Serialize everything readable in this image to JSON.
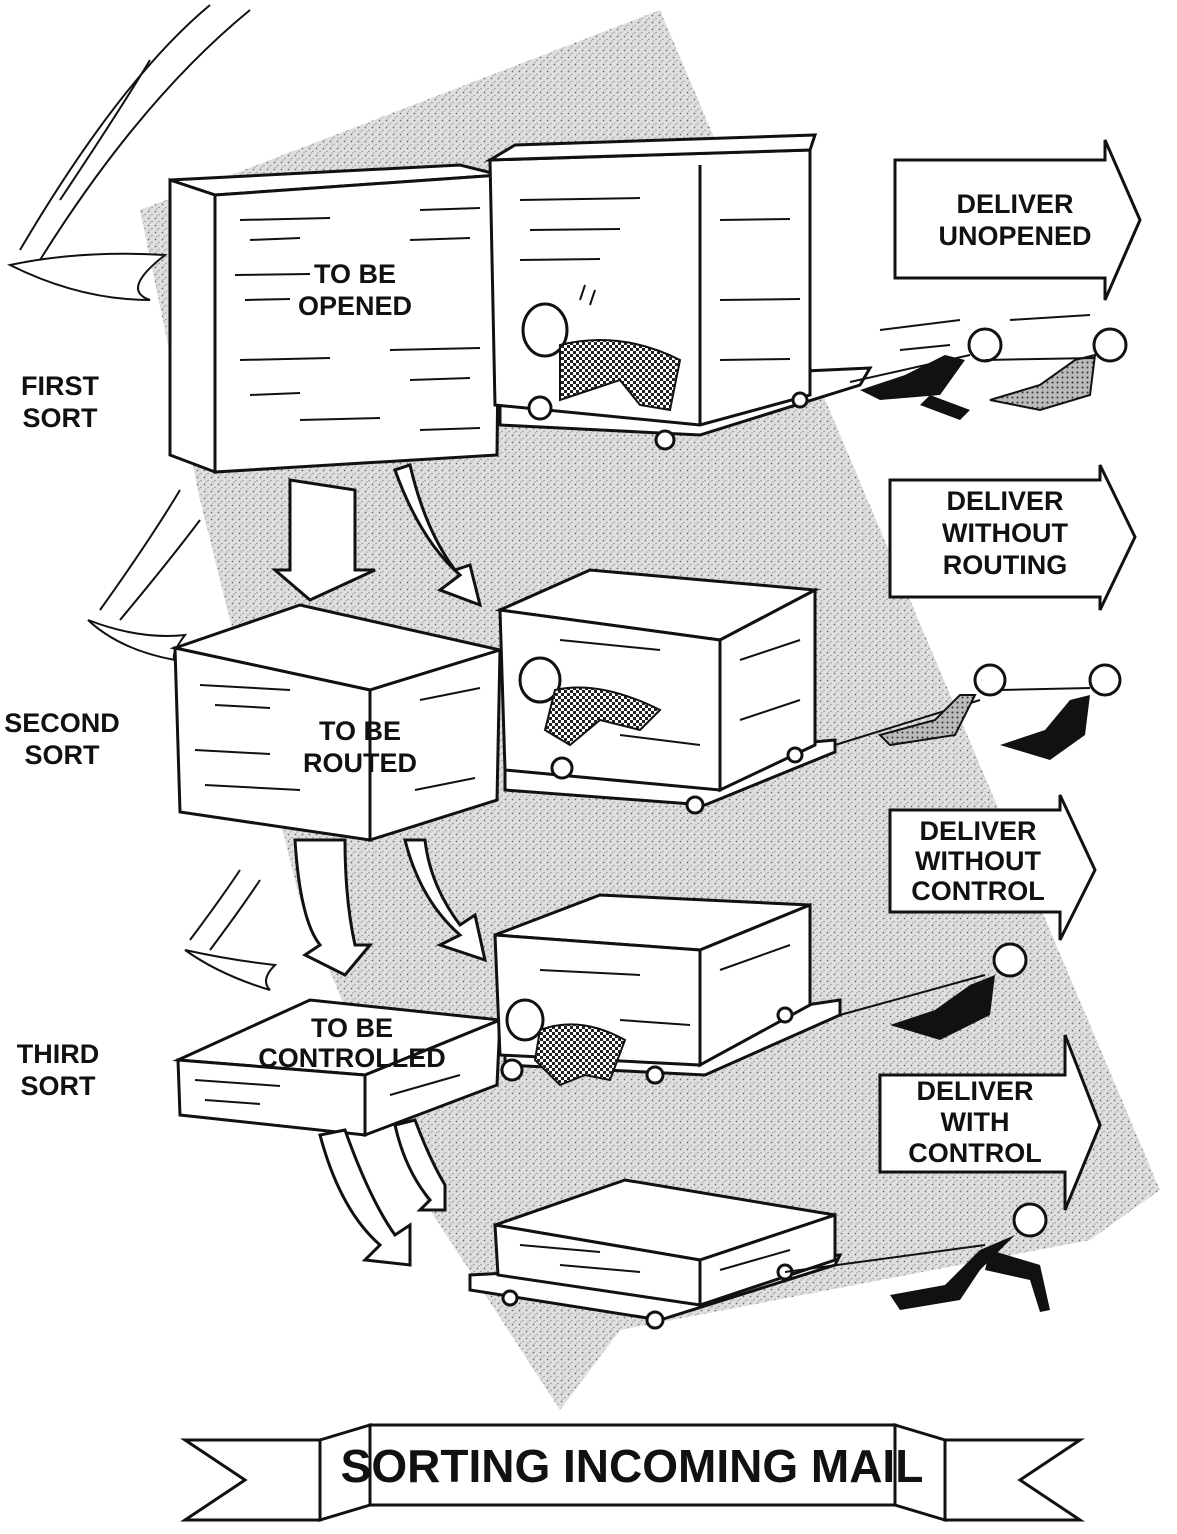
{
  "banner": {
    "title": "SORTING INCOMING MAIL"
  },
  "sorts": [
    {
      "line1": "FIRST",
      "line2": "SORT"
    },
    {
      "line1": "SECOND",
      "line2": "SORT"
    },
    {
      "line1": "THIRD",
      "line2": "SORT"
    }
  ],
  "piles": [
    {
      "line1": "TO BE",
      "line2": "OPENED"
    },
    {
      "line1": "TO BE",
      "line2": "ROUTED"
    },
    {
      "line1": "TO BE",
      "line2": "CONTROLLED"
    }
  ],
  "arrows": [
    {
      "line1": "DELIVER",
      "line2": "UNOPENED",
      "line3": ""
    },
    {
      "line1": "DELIVER",
      "line2": "WITHOUT",
      "line3": "ROUTING"
    },
    {
      "line1": "DELIVER",
      "line2": "WITHOUT",
      "line3": "CONTROL"
    },
    {
      "line1": "DELIVER",
      "line2": "WITH",
      "line3": "CONTROL"
    }
  ],
  "colors": {
    "ink": "#111111",
    "paper": "#ffffff",
    "stipple": "#c8c8c8"
  }
}
